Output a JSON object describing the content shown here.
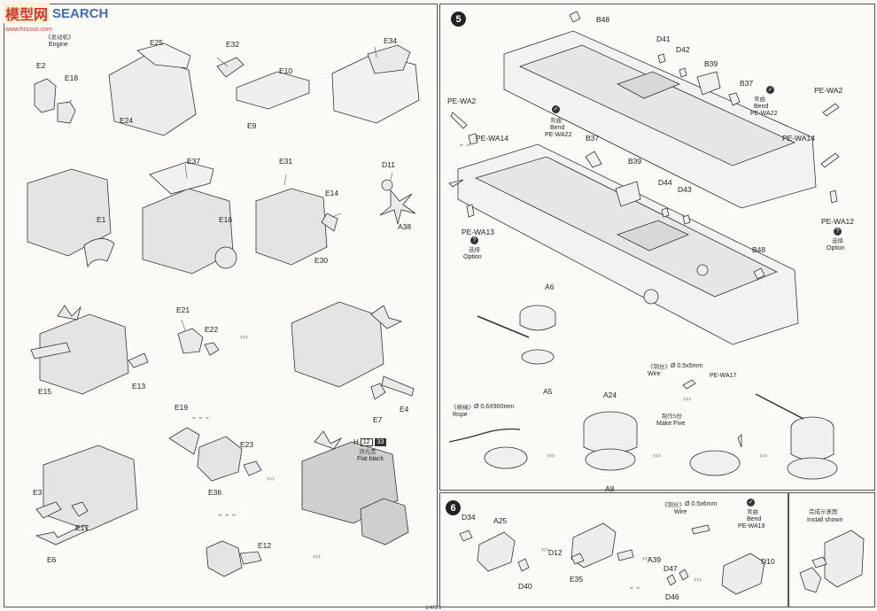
{
  "watermark": {
    "brand": "模型网",
    "search": "SEARCH",
    "url": "www.hrssuo.com"
  },
  "engine": {
    "cn": "《发动机》",
    "en": "Engine"
  },
  "left_labels": [
    "E2",
    "E18",
    "E25",
    "E24",
    "E32",
    "E10",
    "E9",
    "E34",
    "E1",
    "E37",
    "E16",
    "E31",
    "E14",
    "E30",
    "D11",
    "A38",
    "E21",
    "E22",
    "E15",
    "E13",
    "E7",
    "E4",
    "E19",
    "E23",
    "E36",
    "E3",
    "E17",
    "E6",
    "E12"
  ],
  "paint": {
    "prefix": "H",
    "num1": "12",
    "num2": "33",
    "cn": "消光黑",
    "en": "Flat black"
  },
  "step5": {
    "number": "5",
    "labels": [
      "B48",
      "D41",
      "D42",
      "B39",
      "B37",
      "PE-WA2",
      "PE-WA14",
      "B37",
      "B39",
      "D44",
      "D43",
      "B48",
      "A6",
      "A5",
      "A24",
      "A8"
    ],
    "bend_left": {
      "cn": "弯曲",
      "en": "Bend",
      "part": "PE-WA22"
    },
    "bend_right": {
      "cn": "弯曲",
      "en": "Bend",
      "part": "PE-WA22"
    },
    "pe_wa2_right": "PE-WA2",
    "pe_wa14_right": "PE-WA14",
    "option_left": {
      "part": "PE-WA13",
      "cn": "选择",
      "en": "Option"
    },
    "option_right": {
      "part": "PE-WA12",
      "cn": "选择",
      "en": "Option"
    },
    "wire": {
      "cn": "《铜丝》",
      "size": "Ø 0.5x5mm",
      "en": "Wire",
      "part": "PE-WA17"
    },
    "rope": {
      "cn": "《棉绳》",
      "size": "Ø 0.6X900mm",
      "en": "Rope"
    },
    "make_five": {
      "cn": "制作5份",
      "en": "Make Five"
    }
  },
  "step6": {
    "number": "6",
    "labels": [
      "D34",
      "A25",
      "D12",
      "D40",
      "E35",
      "A39",
      "D47",
      "D46",
      "D10"
    ],
    "wire": {
      "cn": "《铜丝》",
      "size": "Ø 0.5x6mm",
      "en": "Wire"
    },
    "bend": {
      "cn": "弯曲",
      "en": "Bend",
      "part": "PE-WA19"
    }
  },
  "install": {
    "cn": "完成示意图",
    "en": "Install shown"
  },
  "page_num": "1/4/5/6"
}
